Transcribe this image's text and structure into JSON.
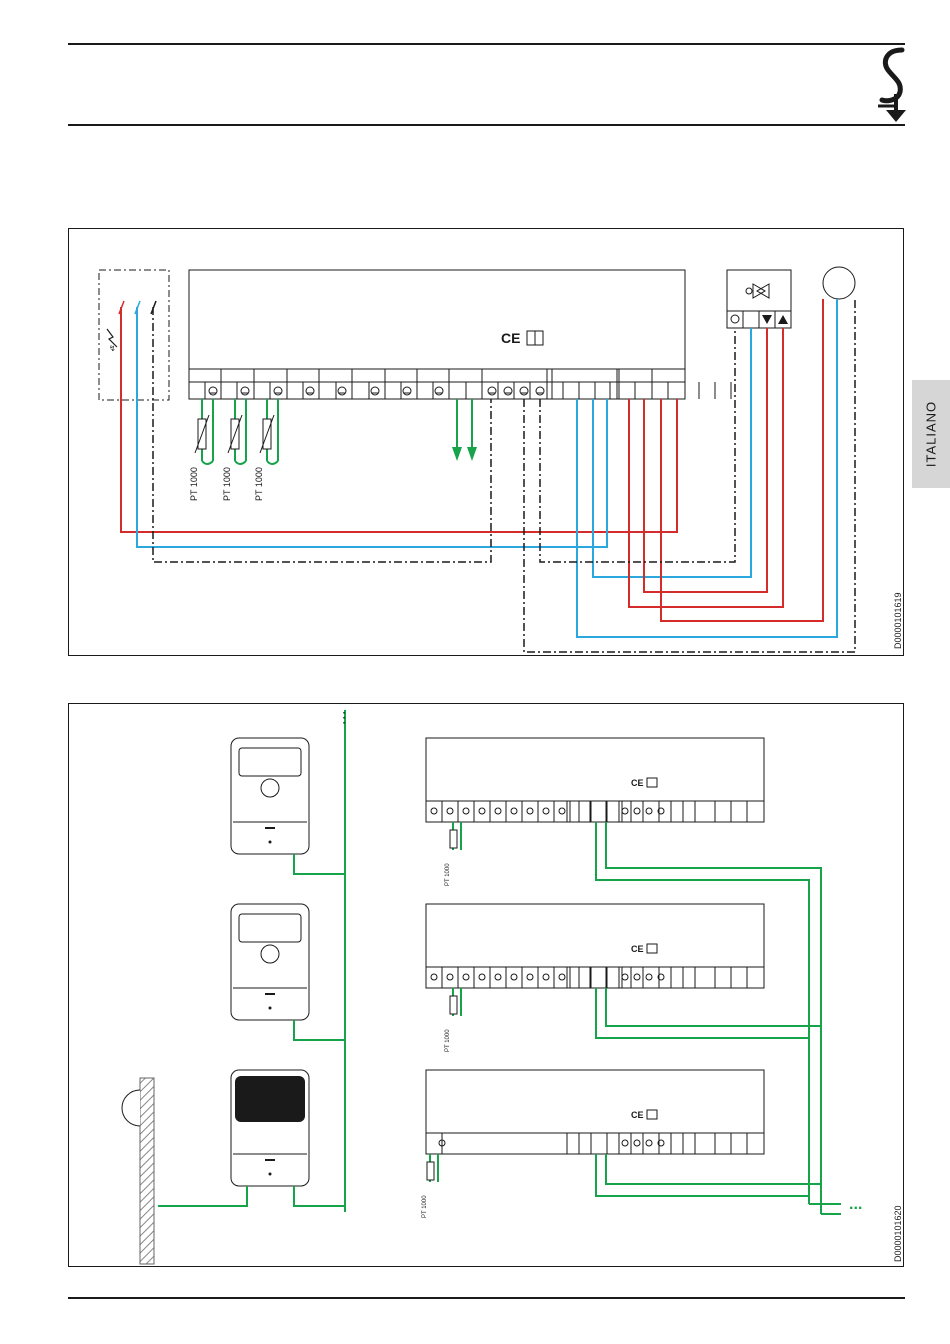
{
  "sidebar": {
    "language_tab": "ITALIANO"
  },
  "diagram_1": {
    "sensor_labels": [
      "PT 1000",
      "PT 1000",
      "PT 1000"
    ],
    "drawing_number": "D0000101619",
    "colors": {
      "phase": "#d62b2b",
      "neutral": "#2aa7dc",
      "earth": "#1a1a1a",
      "bus": "#17a34a"
    }
  },
  "diagram_2": {
    "sensor_labels": [
      "PT 1000",
      "PT 1000",
      "PT 1000"
    ],
    "continuation": "...",
    "drawing_number": "D0000101620"
  }
}
